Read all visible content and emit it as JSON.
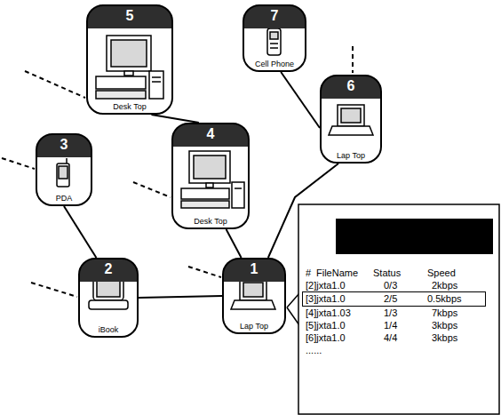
{
  "diagram": {
    "nodes": [
      {
        "text": [
          "5",
          "Desk Top"
        ]
      },
      {
        "text": [
          "7",
          "Cell Phone"
        ]
      },
      {
        "text": [
          "6",
          "Lap Top"
        ]
      },
      {
        "text": [
          "4",
          "Desk Top"
        ]
      },
      {
        "text": [
          "3",
          "PDA"
        ]
      },
      {
        "text": [
          "2",
          "iBook"
        ]
      },
      {
        "text": [
          "1",
          "Lap Top"
        ]
      }
    ],
    "edges": [
      {
        "from": 0,
        "to": 3,
        "arrow": "none"
      },
      {
        "from": 3,
        "to": 6,
        "arrow": "none"
      },
      {
        "from": 1,
        "to": 2,
        "arrow": "none"
      },
      {
        "from": 2,
        "to": 6,
        "arrow": "none"
      },
      {
        "from": 4,
        "to": 5,
        "arrow": "none"
      },
      {
        "from": 5,
        "to": 6,
        "arrow": "none"
      }
    ],
    "labels": [
      "#",
      "FileName",
      "Status",
      "Speed",
      "[2]jxta1.0",
      "0/3",
      "2kbps",
      "[3]jxta1.0",
      "2/5",
      "0.5kbps",
      "[4]jxta1.03",
      "1/3",
      "7kbps",
      "[5]jxta1.0",
      "1/4",
      "3kbps",
      "[6]jxta1.0",
      "4/4",
      "3kbps",
      "......"
    ]
  }
}
